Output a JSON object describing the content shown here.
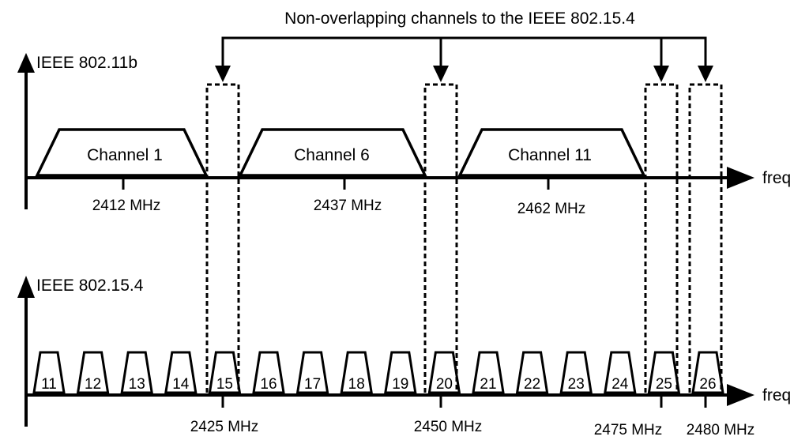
{
  "title": "Non-overlapping channels to the IEEE 802.15.4",
  "top_axis": {
    "label": "IEEE 802.11b",
    "freq_label": "freq"
  },
  "bottom_axis": {
    "label": "IEEE 802.15.4",
    "freq_label": "freq"
  },
  "wifi_channels": [
    {
      "name": "Channel 1",
      "freq": "2412 MHz"
    },
    {
      "name": "Channel 6",
      "freq": "2437 MHz"
    },
    {
      "name": "Channel 11",
      "freq": "2462 MHz"
    }
  ],
  "zigbee_channels": [
    "11",
    "12",
    "13",
    "14",
    "15",
    "16",
    "17",
    "18",
    "19",
    "20",
    "21",
    "22",
    "23",
    "24",
    "25",
    "26"
  ],
  "highlighted_channels": [
    {
      "channel": "15",
      "freq": "2425 MHz"
    },
    {
      "channel": "20",
      "freq": "2450 MHz"
    },
    {
      "channel": "25",
      "freq": "2475 MHz"
    },
    {
      "channel": "26",
      "freq": "2480 MHz"
    }
  ]
}
